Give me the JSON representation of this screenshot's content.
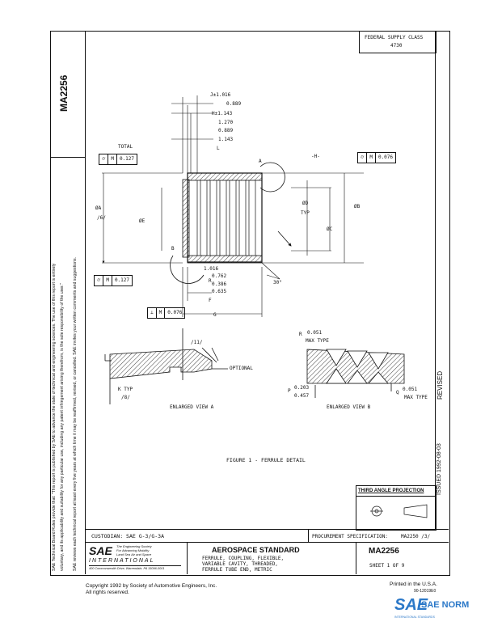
{
  "left_band": {
    "doc_number": "MA2256",
    "notice_line1": "SAE Technical Board Rules provide that: \"This report is published by SAE to advance the state of technical and engineering sciences. The use of this report is entirely",
    "notice_line2": "voluntary, and its applicability and suitability for any particular use, including any patent infringement arising therefrom, is the sole responsibility of the user.\"",
    "notice_line3": "SAE reviews each technical report at least every five years at which time it may be reaffirmed, revised, or cancelled. SAE invites your written comments and suggestions."
  },
  "header": {
    "fsc_label": "FEDERAL SUPPLY CLASS",
    "fsc_value": "4730"
  },
  "dims": {
    "j": "J±1.016",
    "j_sub": "0.889",
    "h": "H±1.143",
    "h_sub1": "1.270",
    "h_sub2": "0.889",
    "h_sub3": "1.143",
    "l": "L",
    "total": "TOTAL",
    "a": "A",
    "h_datum": "-H-",
    "phi_a": "ØA",
    "phi_a_note": "/6/",
    "phi_e": "ØE",
    "phi_d": "ØD",
    "typ": "TYP",
    "phi_b": "ØB",
    "phi_c": "ØC",
    "b": "B",
    "r": "R",
    "r_sub1": "1.016",
    "r_sub2": "0.762",
    "r_sub3": "0.386",
    "r_sub4": "0.635",
    "f": "F",
    "angle": "30°",
    "g": "G"
  },
  "fcf": {
    "left_top": {
      "sym": "⌭",
      "m": "M",
      "val": "0.127"
    },
    "right_top": {
      "sym": "⌭",
      "m": "M",
      "val": "0.076"
    },
    "left_bottom": {
      "sym": "⌭",
      "m": "M",
      "val": "0.127"
    },
    "perp": {
      "sym": "⊥",
      "m": "M",
      "val": "0.076"
    }
  },
  "view_a": {
    "note11": "/11/",
    "optional": "OPTIONAL",
    "k_typ": "K TYP",
    "note8": "/8/",
    "caption": "ENLARGED VIEW A"
  },
  "view_b": {
    "r_label": "R",
    "r_val1": "0.051",
    "max_type": "MAX TYPE",
    "p_label": "P",
    "p_val1": "0.203",
    "p_val2": "0.457",
    "q_label": "Q",
    "q_val1": "0.051",
    "q_max": "MAX TYPE",
    "caption": "ENLARGED VIEW B"
  },
  "figure_caption": "FIGURE 1 - FERRULE DETAIL",
  "side": {
    "revised": "REVISED",
    "issued": "ISSUED 1992-08-03"
  },
  "third_angle": "THIRD ANGLE PROJECTION",
  "custodian": "CUSTODIAN:  SAE G-3/G-3A",
  "procurement_label": "PROCUREMENT SPECIFICATION:",
  "procurement_value": "MA2250 /3/",
  "logo": {
    "sae": "SAE",
    "tag1": "The Engineering Society",
    "tag2": "For Advancing Mobility",
    "tag3": "Land Sea Air and Space",
    "international": "INTERNATIONAL",
    "address": "400 Commonwealth Drive, Warrendale, PA 15096-0001"
  },
  "title": {
    "main": "AEROSPACE STANDARD",
    "line1": "FERRULE, COUPLING, FLEXIBLE,",
    "line2": "VARIABLE CAVITY, THREADED,",
    "line3": "FERRULE TUBE END, METRIC"
  },
  "doc_box": {
    "number": "MA2256",
    "sheet": "SHEET 1 OF 9"
  },
  "footer": {
    "copyright": "Copyright  1992  by Society of Automotive Engineers, Inc.",
    "rights": "All rights reserved.",
    "printed": "Printed in the U.S.A.",
    "code": "90-12019E0"
  },
  "watermark": {
    "sae": "SAE",
    "norm": "SAE NORM",
    "sub": "INTERNATIONAL      STANDARDS"
  },
  "colors": {
    "watermark_blue": "#2b78c8"
  }
}
